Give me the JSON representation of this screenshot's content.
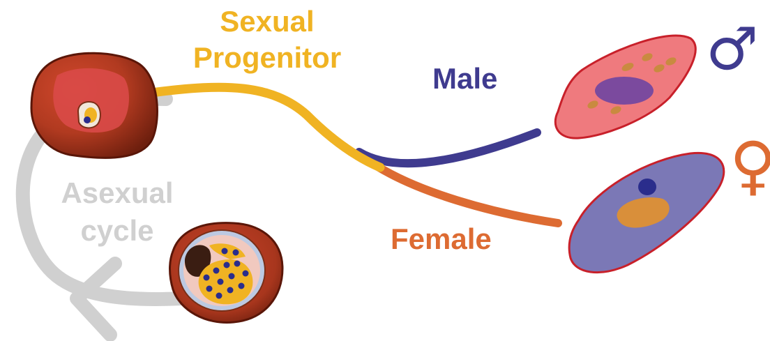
{
  "labels": {
    "sexual_progenitor": [
      "Sexual",
      "Progenitor"
    ],
    "male": "Male",
    "female": "Female",
    "asexual_cycle": [
      "Asexual",
      "cycle"
    ],
    "male_symbol": "♂",
    "female_symbol": "♀"
  },
  "colors": {
    "progenitor": "#f0b323",
    "male": "#3f3b8f",
    "female": "#dd6b32",
    "asexual": "#d0d0d0",
    "cell_dark": "#8a2a15",
    "cell_light": "#d9472c",
    "male_gamete": "#ef7a7e",
    "female_gamete": "#7b78b6"
  }
}
